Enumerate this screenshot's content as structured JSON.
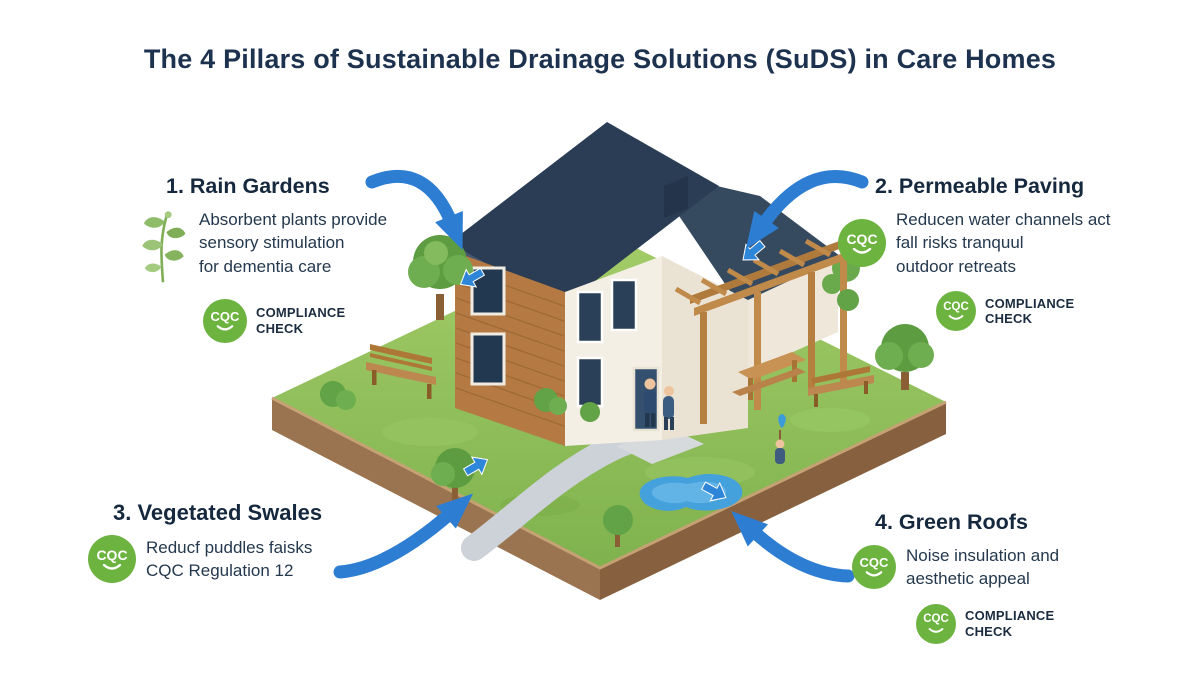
{
  "title": "The 4 Pillars of Sustainable Drainage Solutions (SuDS) in Care Homes",
  "badge": {
    "label": "CQC"
  },
  "compliance": {
    "line1": "COMPLIANCE",
    "line2": "CHECK"
  },
  "pillars": [
    {
      "heading": "1. Rain Gardens",
      "lines": [
        "Absorbent plants provide",
        "sensory stimulation",
        "for dementia care"
      ]
    },
    {
      "heading": "2. Permeable Paving",
      "lines": [
        "Reducen water channels act",
        "fall risks tranquul",
        "outdoor retreats"
      ]
    },
    {
      "heading": "3. Vegetated Swales",
      "lines": [
        "Reducf puddles faisks",
        "CQC Regulation 12"
      ]
    },
    {
      "heading": "4. Green Roofs",
      "lines": [
        "Noise insulation and",
        "aesthetic appeal"
      ]
    }
  ],
  "colors": {
    "arrow_blue": "#2d7ed3",
    "badge_green": "#6db33f",
    "title_navy": "#1c324e",
    "roof_slate": "#2b3d54",
    "grass_green": "#8cc05b",
    "wood_wall": "#b57a43",
    "pond_blue": "#45a1dc"
  }
}
